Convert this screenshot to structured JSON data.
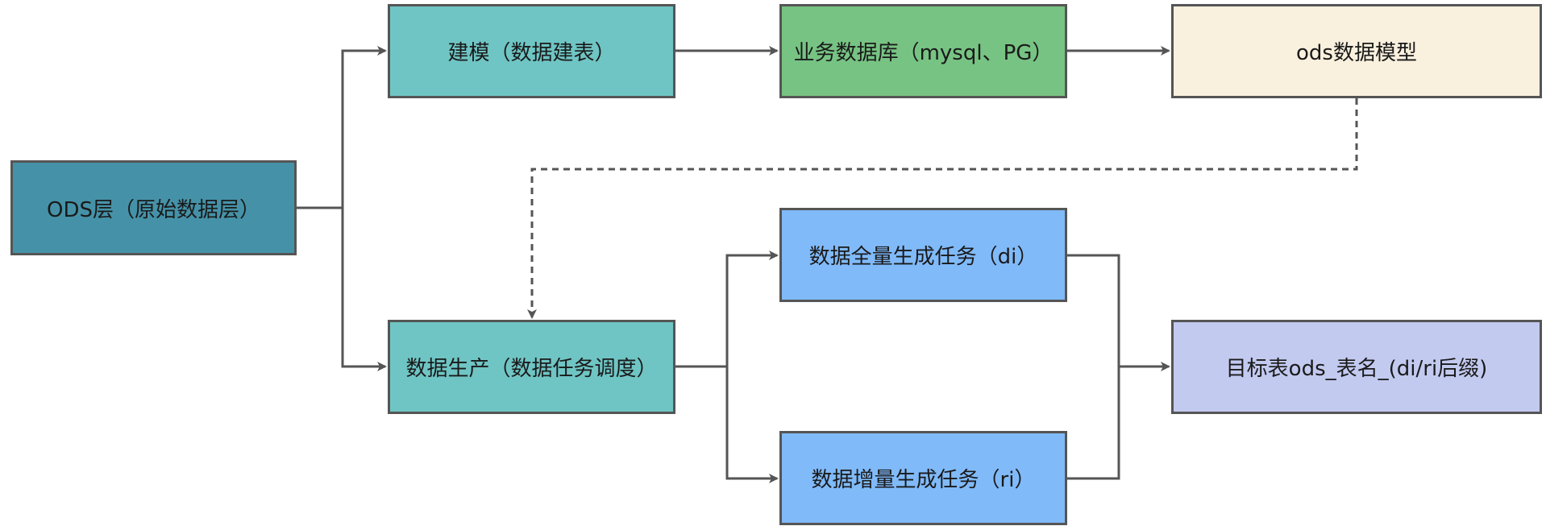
{
  "colors": {
    "ods": "#4592A8",
    "teal": "#6FC5C4",
    "green": "#77C383",
    "cream": "#F9F0DE",
    "blue": "#80BAF9",
    "lavender": "#C3CAF0",
    "line": "#555555"
  },
  "nodes": {
    "ods": "ODS层（原始数据层）",
    "model": "建模（数据建表）",
    "bizdb": "业务数据库（mysql、PG）",
    "odsmodel": "ods数据模型",
    "prod": "数据生产（数据任务调度）",
    "full": "数据全量生成任务（di）",
    "incr": "数据增量生成任务（ri）",
    "target": "目标表ods_表名_(di/ri后缀)"
  },
  "edges": [
    {
      "from": "ods",
      "to": "model",
      "style": "solid"
    },
    {
      "from": "ods",
      "to": "prod",
      "style": "solid"
    },
    {
      "from": "model",
      "to": "bizdb",
      "style": "solid"
    },
    {
      "from": "bizdb",
      "to": "odsmodel",
      "style": "solid"
    },
    {
      "from": "odsmodel",
      "to": "prod",
      "style": "dashed"
    },
    {
      "from": "prod",
      "to": "full",
      "style": "solid"
    },
    {
      "from": "prod",
      "to": "incr",
      "style": "solid"
    },
    {
      "from": "full",
      "to": "target",
      "style": "solid"
    },
    {
      "from": "incr",
      "to": "target",
      "style": "solid"
    }
  ]
}
